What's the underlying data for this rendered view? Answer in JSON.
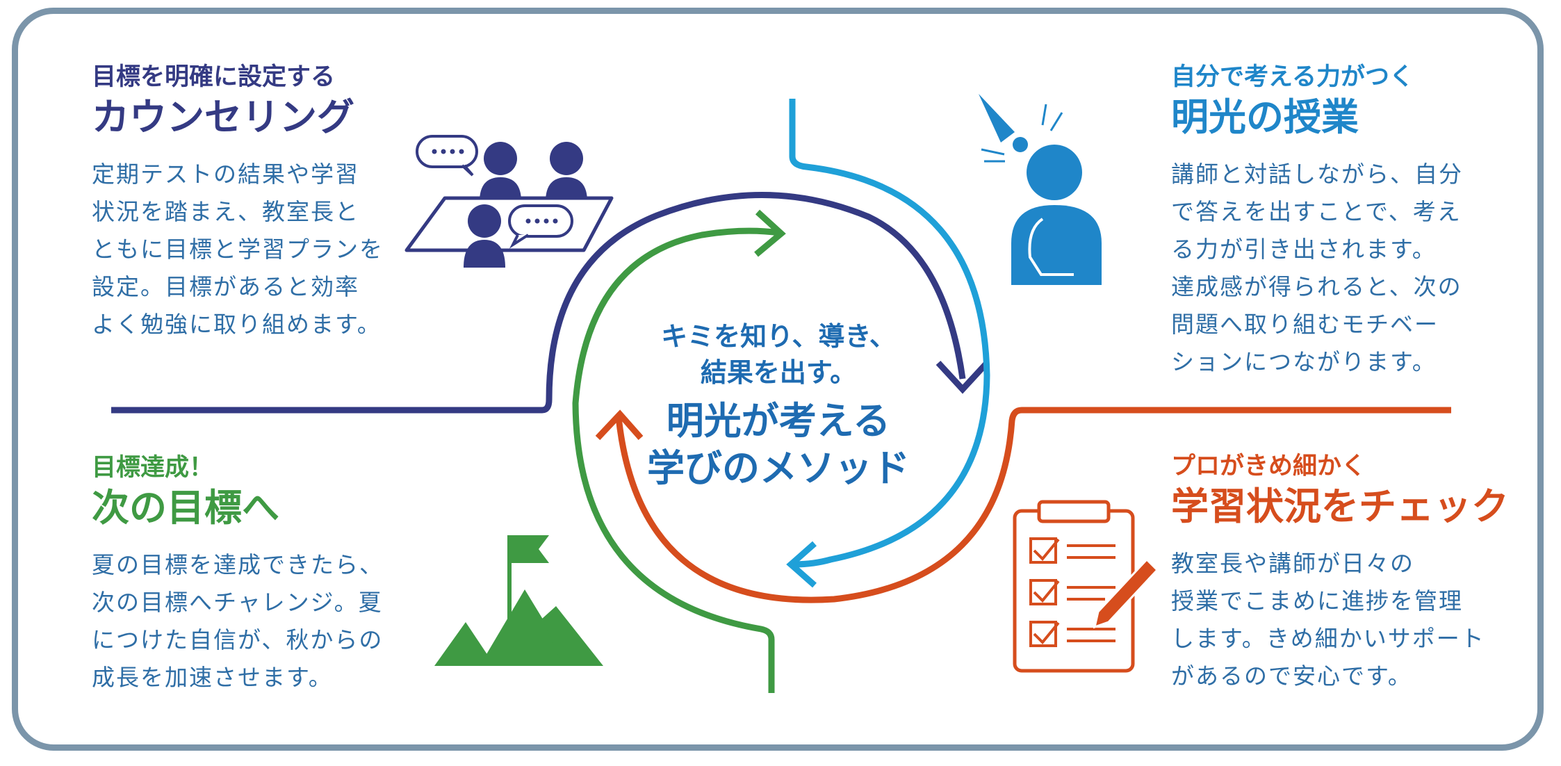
{
  "colors": {
    "navy": "#343a83",
    "blue": "#1f86c9",
    "green": "#3f9a43",
    "red": "#d64d1d",
    "frame": "#7b95aa",
    "body_text": "#2f6ea6"
  },
  "center": {
    "line1": "キミを知り、導き、",
    "line2": "結果を出す。",
    "line3": "明光が考える",
    "line4": "学びのメソッド"
  },
  "top_left": {
    "subtitle": "目標を明確に設定する",
    "title": "カウンセリング",
    "body": "定期テストの結果や学習\n状況を踏まえ、教室長と\nともに目標と学習プランを\n設定。目標があると効率\nよく勉強に取り組めます。",
    "icon": "counseling-meeting-icon"
  },
  "top_right": {
    "subtitle": "自分で考える力がつく",
    "title": "明光の授業",
    "body": "講師と対話しながら、自分\nで答えを出すことで、考え\nる力が引き出されます。\n達成感が得られると、次の\n問題へ取り組むモチベー\nションにつながります。",
    "icon": "thinking-student-icon"
  },
  "bottom_left": {
    "subtitle": "目標達成！",
    "title": "次の目標へ",
    "body": "夏の目標を達成できたら、\n次の目標へチャレンジ。夏\nにつけた自信が、秋からの\n成長を加速させます。",
    "icon": "mountain-flag-icon"
  },
  "bottom_right": {
    "subtitle": "プロがきめ細かく",
    "title": "学習状況をチェック",
    "body": "教室長や講師が日々の\n授業でこまめに進捗を管理\nします。きめ細かいサポート\nがあるので安心です。",
    "icon": "checklist-clipboard-icon"
  }
}
